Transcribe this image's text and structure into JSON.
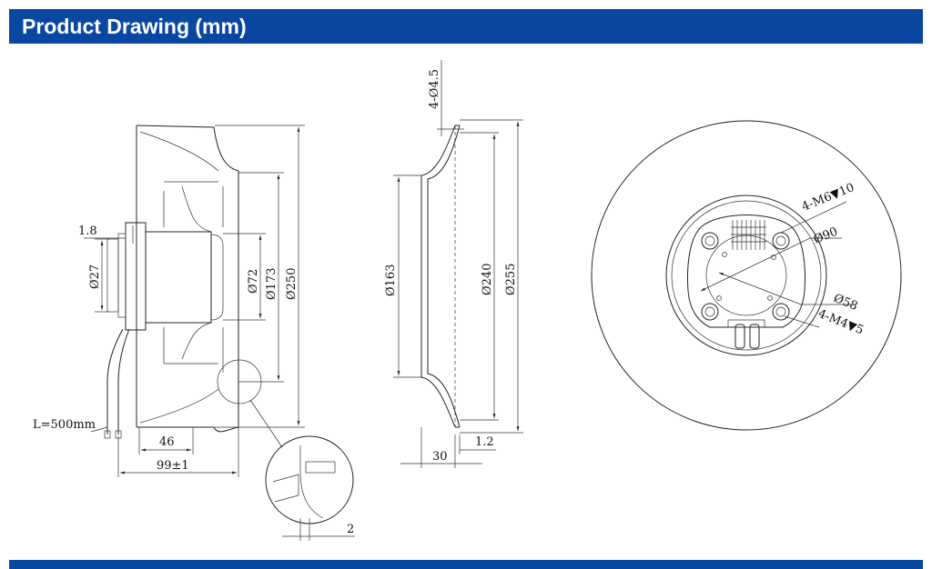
{
  "header": {
    "title": "Product Drawing (mm)"
  },
  "colors": {
    "header_bar": "#0a47a3",
    "header_text": "#ffffff",
    "line": "#222222"
  },
  "side_view": {
    "lead_length": "L=500mm",
    "dim_1_8": "1.8",
    "dim_27": "Ø27",
    "dim_72": "Ø72",
    "dim_173": "Ø173",
    "dim_250": "Ø250",
    "dim_46": "46",
    "dim_99": "99±1",
    "dim_2": "2"
  },
  "inlet_ring": {
    "holes": "4-Ø4.5",
    "dim_163": "Ø163",
    "dim_240": "Ø240",
    "dim_255": "Ø255",
    "dim_30": "30",
    "dim_1_2": "1.2"
  },
  "front_view": {
    "m6": "4-M6▼10",
    "dim_90": "Ø90",
    "dim_58": "Ø58",
    "m4": "4-M4▼5"
  }
}
